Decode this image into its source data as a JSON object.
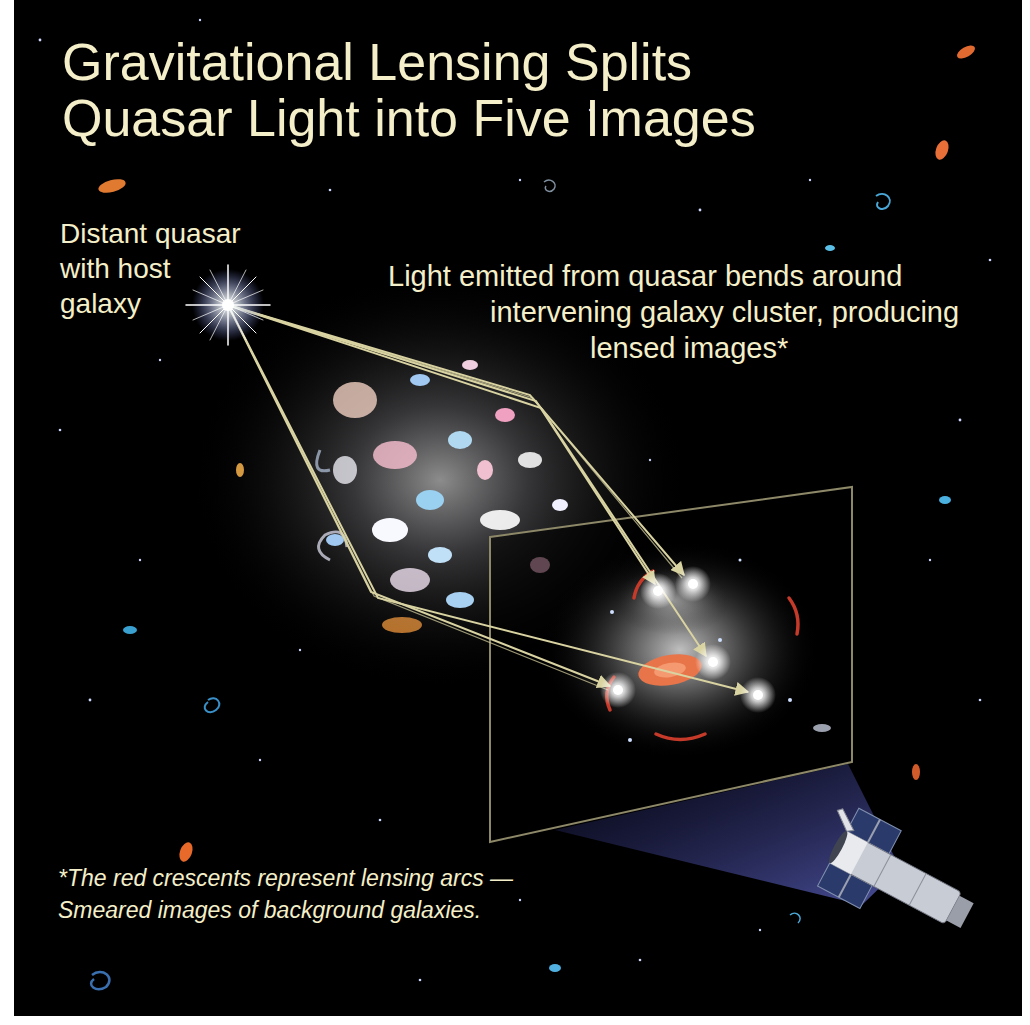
{
  "diagram": {
    "title": "Gravitational Lensing Splits Quasar Light into Five Images",
    "labels": [
      "Distant quasar with host galaxy",
      "Light emitted from quasar bends around intervening galaxy cluster, producing lensed images*",
      "*The red crescents represent lensing arcs — Smeared images of background galaxies."
    ]
  }
}
